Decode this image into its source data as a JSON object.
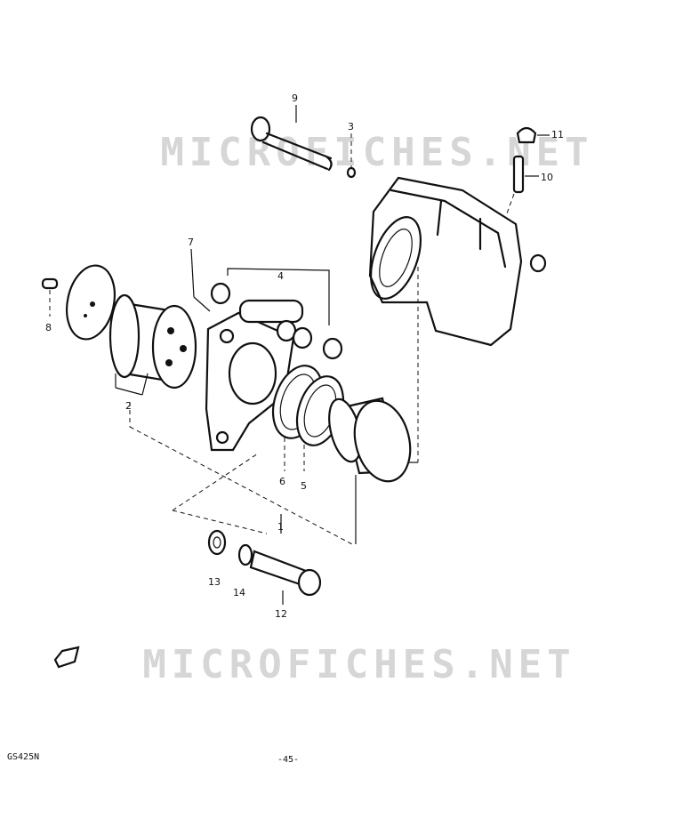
{
  "watermark": "MICROFICHES.NET",
  "callouts": [
    {
      "id": "9",
      "text": "9"
    },
    {
      "id": "3",
      "text": "3"
    },
    {
      "id": "11",
      "text": "11"
    },
    {
      "id": "10",
      "text": "10"
    },
    {
      "id": "7",
      "text": "7"
    },
    {
      "id": "4",
      "text": "4"
    },
    {
      "id": "8",
      "text": "8"
    },
    {
      "id": "2",
      "text": "2"
    },
    {
      "id": "6",
      "text": "6"
    },
    {
      "id": "5",
      "text": "5"
    },
    {
      "id": "1",
      "text": "1"
    },
    {
      "id": "13",
      "text": "13"
    },
    {
      "id": "14",
      "text": "14"
    },
    {
      "id": "12",
      "text": "12"
    }
  ],
  "footer": {
    "code": "GS425N",
    "page": "-45-"
  },
  "icons": [
    "front-arrow-icon"
  ]
}
